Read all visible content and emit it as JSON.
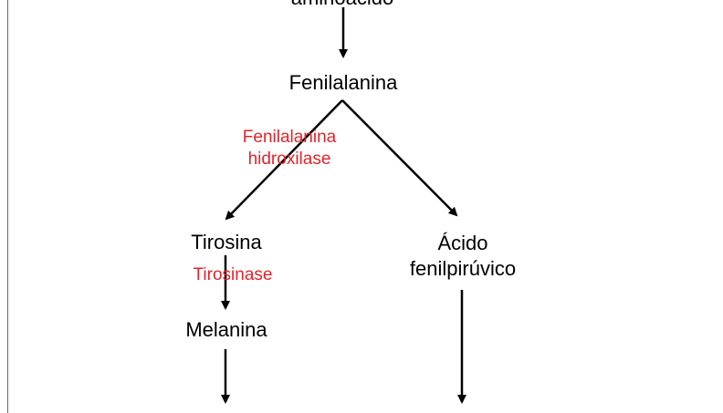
{
  "colors": {
    "node_text": "#000000",
    "enzyme_text": "#e0242c",
    "arrow": "#000000",
    "left_rule": "#3a8a3a"
  },
  "nodes": {
    "top_cut": "aminoácido",
    "fenilalanina": "Fenilalanina",
    "tirosina": "Tirosina",
    "acido_line1": "Ácido",
    "acido_line2": "fenilpirúvico",
    "melanina": "Melanina"
  },
  "enzymes": {
    "hidroxilase_line1": "Fenilalanina",
    "hidroxilase_line2": "hidroxilase",
    "tirosinase": "Tirosinase"
  }
}
